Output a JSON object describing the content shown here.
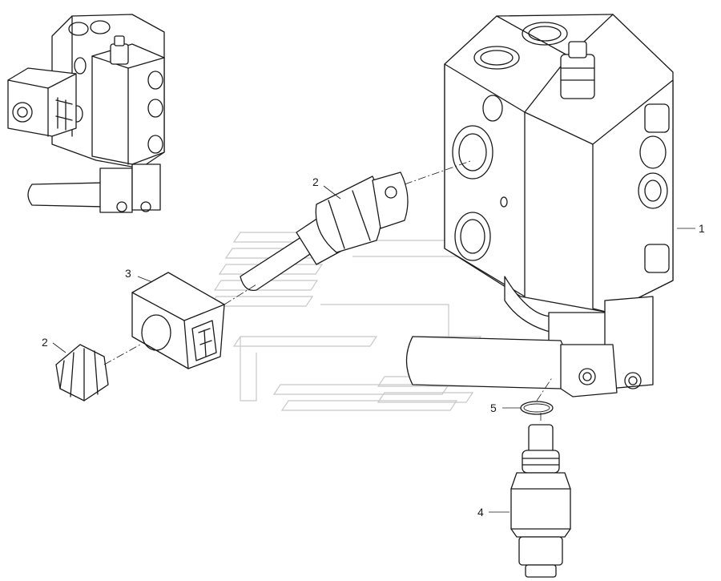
{
  "callouts": [
    {
      "id": "1",
      "label": "1"
    },
    {
      "id": "2a",
      "label": "2"
    },
    {
      "id": "3",
      "label": "3"
    },
    {
      "id": "2b",
      "label": "2"
    },
    {
      "id": "5",
      "label": "5"
    },
    {
      "id": "4",
      "label": "4"
    }
  ],
  "colors": {
    "line": "#1a1a1a",
    "watermark": "#c8c8c8",
    "background": "#ffffff"
  }
}
